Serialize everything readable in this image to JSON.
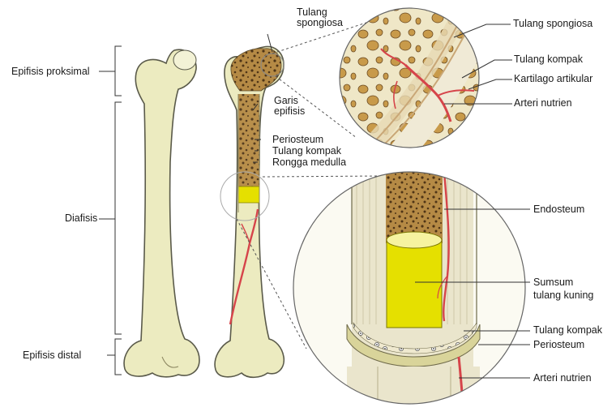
{
  "labels": {
    "epifisis_proksimal": "Epifisis proksimal",
    "diafisis": "Diafisis",
    "epifisis_distal": "Epifisis distal",
    "tulang_spongiosa_top": [
      "Tulang",
      "spongiosa"
    ],
    "garis_epifisis": [
      "Garis",
      "epifisis"
    ],
    "periosteum_mid": "Periosteum",
    "tulang_kompak_mid": "Tulang kompak",
    "rongga_medulla": "Rongga medulla",
    "tulang_spongiosa_right": "Tulang spongiosa",
    "tulang_kompak_right": "Tulang kompak",
    "kartilago_artikular": "Kartilago artikular",
    "arteri_nutrien_top": "Arteri nutrien",
    "endosteum": "Endosteum",
    "sumsum_tulang_kuning": [
      "Sumsum",
      "tulang kuning"
    ],
    "tulang_kompak_bottom": "Tulang kompak",
    "periosteum_bottom": "Periosteum",
    "arteri_nutrien_bottom": "Arteri nutrien"
  },
  "colors": {
    "bone": "#ecebc0",
    "bone_shade": "#d9d49a",
    "outline": "#5a5a4a",
    "spongy": "#b58a45",
    "spongy_dark": "#6b4a22",
    "marrow": "#e5e000",
    "artery": "#d6444a",
    "leader": "#333333"
  }
}
